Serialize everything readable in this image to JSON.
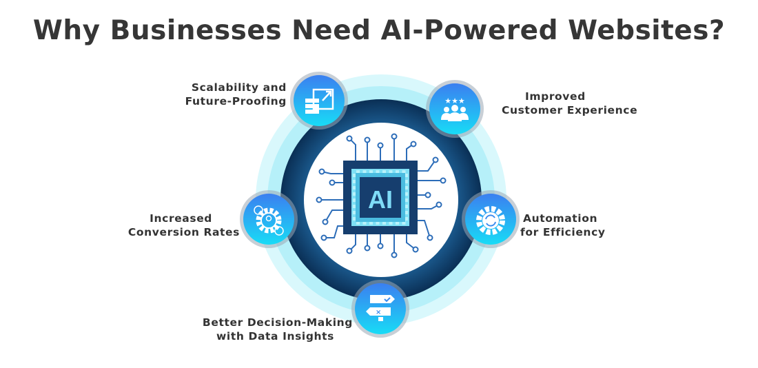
{
  "title": "Why Businesses Need AI-Powered Websites?",
  "center_label": "AI",
  "benefits": [
    {
      "line1": "Scalability and",
      "line2": "Future-Proofing",
      "icon": "server-scale-icon"
    },
    {
      "line1": "Improved",
      "line2": "Customer Experience",
      "icon": "customers-stars-icon"
    },
    {
      "line1": "Increased",
      "line2": "Conversion Rates",
      "icon": "gear-currency-user-icon"
    },
    {
      "line1": "Automation",
      "line2": "for Efficiency",
      "icon": "gear-sync-icon"
    },
    {
      "line1": "Better Decision-Making",
      "line2": "with Data Insights",
      "icon": "signpost-icon"
    }
  ],
  "colors": {
    "dark_ring": "#0c3a66",
    "light_ring": "#c9f4fb",
    "icon_top": "#3b7ff0",
    "icon_bottom": "#18d9f5",
    "title": "#363636"
  }
}
